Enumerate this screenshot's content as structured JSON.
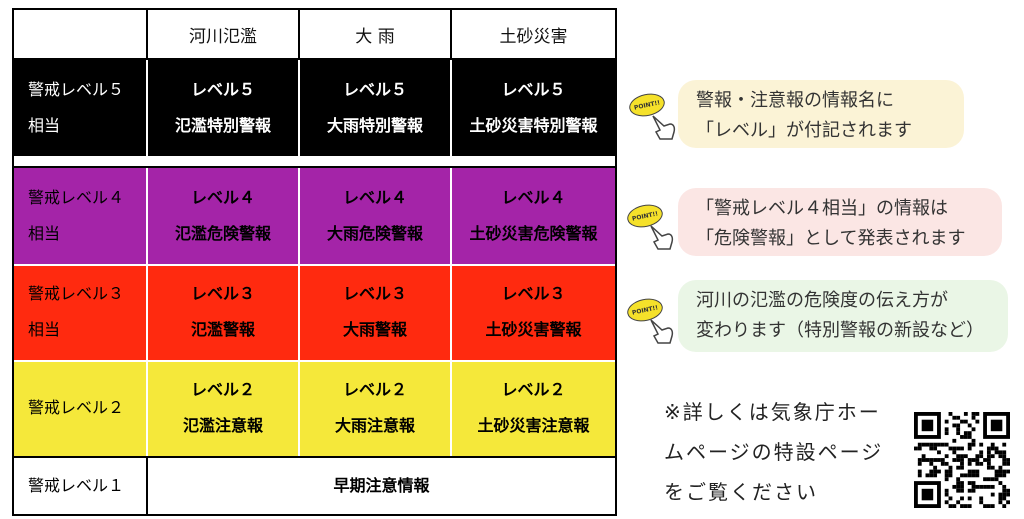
{
  "table": {
    "headers": [
      "河川氾濫",
      "大 雨",
      "土砂災害"
    ],
    "rows": [
      {
        "label": [
          "警戒レベル５",
          "相当"
        ],
        "cells": [
          [
            "レベル５",
            "氾濫特別警報"
          ],
          [
            "レベル５",
            "大雨特別警報"
          ],
          [
            "レベル５",
            "土砂災害特別警報"
          ]
        ],
        "bg": "#000000",
        "fg": "#ffffff"
      },
      {
        "label": [
          "警戒レベル４",
          "相当"
        ],
        "cells": [
          [
            "レベル４",
            "氾濫危険警報"
          ],
          [
            "レベル４",
            "大雨危険警報"
          ],
          [
            "レベル４",
            "土砂災害危険警報"
          ]
        ],
        "bg": "#a424a8",
        "fg": "#000000"
      },
      {
        "label": [
          "警戒レベル３",
          "相当"
        ],
        "cells": [
          [
            "レベル３",
            "氾濫警報"
          ],
          [
            "レベル３",
            "大雨警報"
          ],
          [
            "レベル３",
            "土砂災害警報"
          ]
        ],
        "bg": "#ff2a0f",
        "fg": "#000000"
      },
      {
        "label": [
          "警戒レベル２"
        ],
        "cells": [
          [
            "レベル２",
            "氾濫注意報"
          ],
          [
            "レベル２",
            "大雨注意報"
          ],
          [
            "レベル２",
            "土砂災害注意報"
          ]
        ],
        "bg": "#f5e83a",
        "fg": "#000000"
      },
      {
        "label": [
          "警戒レベル１"
        ],
        "merged": "早期注意情報",
        "bg": "#ffffff",
        "fg": "#000000"
      }
    ]
  },
  "callouts": [
    {
      "lines": [
        "警報・注意報の情報名に",
        "「レベル」が付記されます"
      ],
      "bg": "#fbf3d6"
    },
    {
      "lines": [
        "「警戒レベル４相当」の情報は",
        "「危険警報」として発表されます"
      ],
      "bg": "#fbe6e4"
    },
    {
      "lines": [
        "河川の氾濫の危険度の伝え方が",
        "変わります（特別警報の新設など）"
      ],
      "bg": "#eaf6e6"
    }
  ],
  "badge_text": "POINT!!",
  "note": [
    "※詳しくは気象庁ホー",
    "ムページの特設ページ",
    "をご覧ください"
  ]
}
